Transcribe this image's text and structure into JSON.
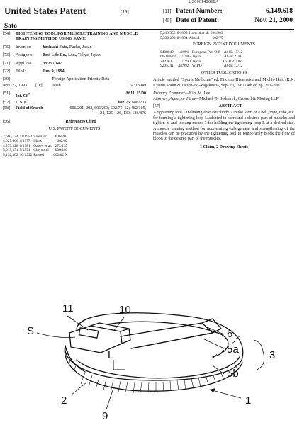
{
  "header": {
    "barcode_text": "US006149618A",
    "title": "United States Patent",
    "title_tag": "[19]",
    "inventor_surname": "Sato",
    "patent_number": {
      "tag": "[11]",
      "label": "Patent Number:",
      "value": "6,149,618"
    },
    "date_of_patent": {
      "tag": "[45]",
      "label": "Date of Patent:",
      "value": "Nov. 21, 2000"
    }
  },
  "left": {
    "title_field": {
      "tag": "[54]",
      "value": "TIGHTENING TOOL FOR MUSCLE TRAINING AND MUSCLE TRAINING METHOD USING SAME"
    },
    "inventor": {
      "tag": "[75]",
      "label": "Inventor:",
      "name": "Yoshiaki Sato,",
      "place": " Fuchu, Japan"
    },
    "assignee": {
      "tag": "[73]",
      "label": "Assignee:",
      "name": "Best Life Co., Ltd.,",
      "place": " Tokyo, Japan"
    },
    "appl_no": {
      "tag": "[21]",
      "label": "Appl. No.:",
      "value": "08/257,147"
    },
    "filed": {
      "tag": "[22]",
      "label": "Filed:",
      "value": "Jun. 9, 1994"
    },
    "foreign_priority": {
      "tag": "[30]",
      "title": "Foreign Application Priority Data",
      "date": "Nov. 22, 1993",
      "country_code": "[JP]",
      "country": "Japan",
      "number": "5-313949"
    },
    "int_cl": {
      "tag": "[51]",
      "label": "Int. Cl.",
      "sup": "7",
      "value": "A61L 15/00"
    },
    "us_cl": {
      "tag": "[52]",
      "label": "U.S. Cl.",
      "value": "602/75",
      "value2": "; 606/203"
    },
    "field_search": {
      "tag": "[58]",
      "label": "Field of Search",
      "value": "606/201, 202, 606/203; 602/75, 62; 482/105, 124, 125, 126, 139; 128/876"
    },
    "refs": {
      "tag": "[56]",
      "title": "References Cited",
      "subtitle": "U.S. PATENT DOCUMENTS"
    },
    "us_docs": [
      [
        "2,660,174",
        "11/1953",
        "Saemann",
        "606/202"
      ],
      [
        "4,027,666",
        "6/1977",
        "Marx",
        "602/62"
      ],
      [
        "4,273,328",
        "6/1981",
        "Ozbey et al.",
        "272/137"
      ],
      [
        "5,015,251",
        "5/1991",
        "Cherubini",
        "606/203"
      ],
      [
        "5,152,302",
        "10/1992",
        "Fareed",
        "602/62 X"
      ]
    ]
  },
  "right": {
    "top_docs": [
      [
        "5,219,356",
        "6/1993",
        "Harreld et al.",
        "606/203"
      ],
      [
        "5,338,290",
        "8/1994",
        "Aboud",
        "602/75"
      ]
    ],
    "foreign_title": "FOREIGN PATENT DOCUMENTS",
    "foreign_docs": [
      [
        "0408049",
        "1/1991",
        "European Pat. Off.",
        "A61B 17/12"
      ],
      [
        "60-180459",
        "11/1985",
        "Japan",
        "A63B 21/02"
      ],
      [
        "242303",
        "11/1990",
        "Japan",
        "A63B 21/065"
      ],
      [
        "9205741",
        "4/1992",
        "WIPO",
        "A61B 17/12"
      ]
    ],
    "other_title": "OTHER PUBLICATIONS",
    "other_text": "Article entitled “Sports Medicine” ed. Eiichiro Hisamatsu and Michio Ikai, (K.K. Kyorin Shoin & Taiiku–no–kagakusha, Sep. 20, 1967) 4th ed.pp. 203–206.",
    "examiner_label": "Primary Examiner",
    "examiner": "—Kim M. Lee",
    "attorney_label": "Attorney, Agent, or Firm",
    "attorney": "—Michael D. Bednarek; Crowell & Moring LLP",
    "abstract_tag": "[57]",
    "abstract_title": "ABSTRACT",
    "abstract_text": "A tightening tool 1 including an elastic body 2 in the form of a belt, rope, tube, etc. for forming a tightening loop L adapted to surround a desired part of muscles and tighten it, and locking means 3 for holding the tightening loop L at a desired size. A muscle training method for accelerating enlargement and strengthening of the muscles can be practiced by the tightening tool to temporarily block the flow of blood to the desired part of the muscles.",
    "claims": "1 Claim, 2 Drawing Sheets"
  },
  "drawing": {
    "labels": {
      "l11": "11",
      "l10": "10",
      "lS": "S",
      "l6": "6",
      "l5a": "5a",
      "l3": "3",
      "l5b": "5b",
      "lL": "L",
      "l2": "2",
      "l9": "9",
      "l1": "1"
    }
  }
}
